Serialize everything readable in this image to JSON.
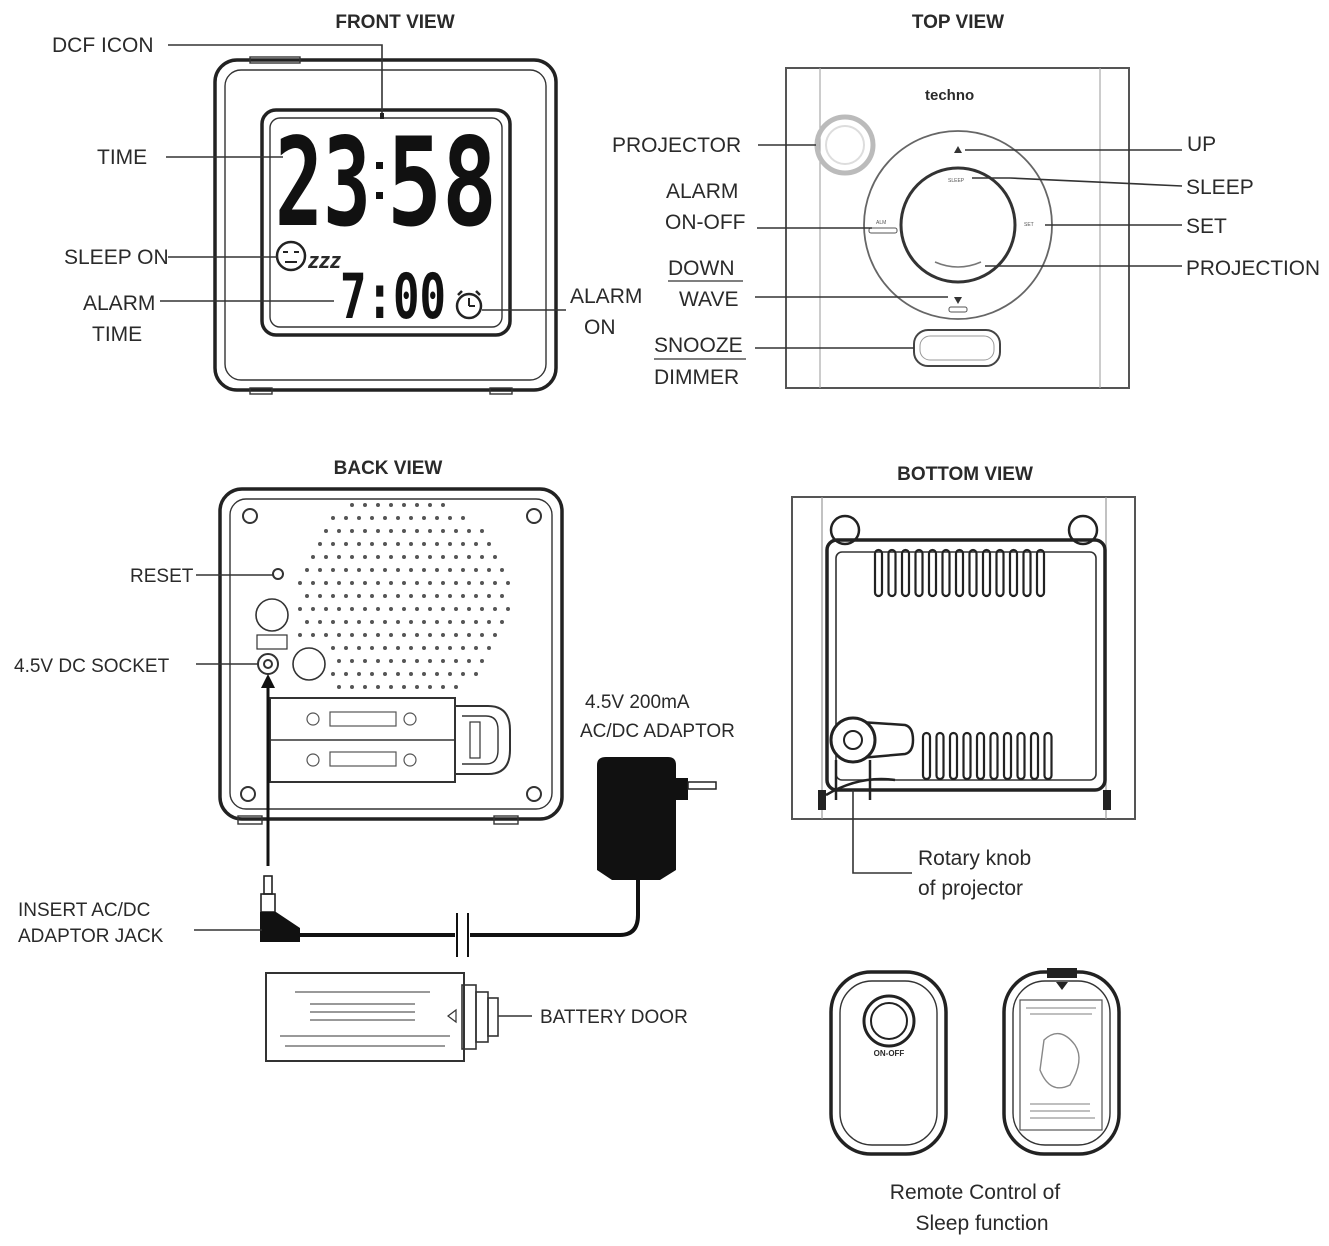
{
  "views": {
    "front": {
      "title": "FRONT VIEW",
      "labels": {
        "dcf_icon": "DCF ICON",
        "time": "TIME",
        "sleep_on": "SLEEP ON",
        "alarm_time_1": "ALARM",
        "alarm_time_2": "TIME",
        "alarm_on_1": "ALARM",
        "alarm_on_2": "ON"
      },
      "display": {
        "time_left": "23",
        "time_right": "58",
        "zzz": "zzz",
        "alarm_time": "7:00"
      }
    },
    "top": {
      "title": "TOP VIEW",
      "brand": "techno",
      "labels": {
        "projector": "PROJECTOR",
        "alarm_onoff_1": "ALARM",
        "alarm_onoff_2": "ON-OFF",
        "down": "DOWN",
        "wave": "WAVE",
        "snooze": "SNOOZE",
        "dimmer": "DIMMER",
        "up": "UP",
        "sleep": "SLEEP",
        "set": "SET",
        "projection": "PROJECTION"
      }
    },
    "back": {
      "title": "BACK VIEW",
      "labels": {
        "reset": "RESET",
        "dc_socket": "4.5V DC SOCKET",
        "adaptor_1": "4.5V 200mA",
        "adaptor_2": "AC/DC ADAPTOR",
        "jack_1": "INSERT AC/DC",
        "jack_2": "ADAPTOR JACK",
        "battery_door": "BATTERY DOOR"
      }
    },
    "bottom": {
      "title": "BOTTOM  VIEW",
      "labels": {
        "knob_1": "Rotary knob",
        "knob_2": "of projector"
      }
    },
    "remote": {
      "labels": {
        "caption_1": "Remote Control of",
        "caption_2": "Sleep function",
        "button": "ON-OFF"
      }
    }
  }
}
